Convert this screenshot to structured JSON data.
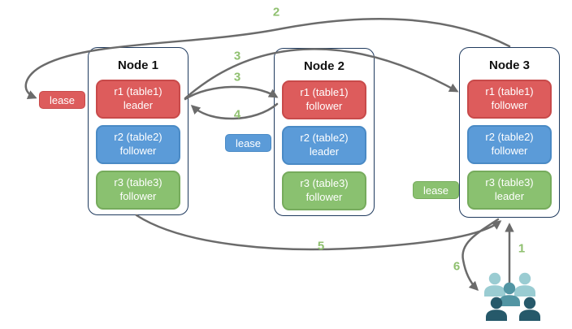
{
  "diagram": {
    "nodes": [
      {
        "title": "Node 1",
        "replicas": [
          {
            "name": "r1 (table1)",
            "role": "leader"
          },
          {
            "name": "r2 (table2)",
            "role": "follower"
          },
          {
            "name": "r3 (table3)",
            "role": "follower"
          }
        ]
      },
      {
        "title": "Node 2",
        "replicas": [
          {
            "name": "r1 (table1)",
            "role": "follower"
          },
          {
            "name": "r2 (table2)",
            "role": "leader"
          },
          {
            "name": "r3 (table3)",
            "role": "follower"
          }
        ]
      },
      {
        "title": "Node 3",
        "replicas": [
          {
            "name": "r1 (table1)",
            "role": "follower"
          },
          {
            "name": "r2 (table2)",
            "role": "follower"
          },
          {
            "name": "r3 (table3)",
            "role": "leader"
          }
        ]
      }
    ],
    "leases": {
      "red": {
        "label": "lease"
      },
      "blue": {
        "label": "lease"
      },
      "green": {
        "label": "lease"
      }
    },
    "arrow_labels": {
      "l1": "1",
      "l2": "2",
      "l3a": "3",
      "l3b": "3",
      "l4": "4",
      "l5": "5",
      "l6": "6"
    },
    "colors": {
      "replica_red": "#dd5c5c",
      "replica_red_border": "#c84a4a",
      "replica_blue": "#5b9bd8",
      "replica_blue_border": "#4a8ac5",
      "replica_green": "#8ac170",
      "replica_green_border": "#76ab5c",
      "node_border": "#1f3a5e",
      "arrow": "#6b6b6b",
      "label_green": "#8fc06f",
      "people_light": "#9accd2",
      "people_mid": "#5295a3",
      "people_dark": "#26596a"
    }
  }
}
